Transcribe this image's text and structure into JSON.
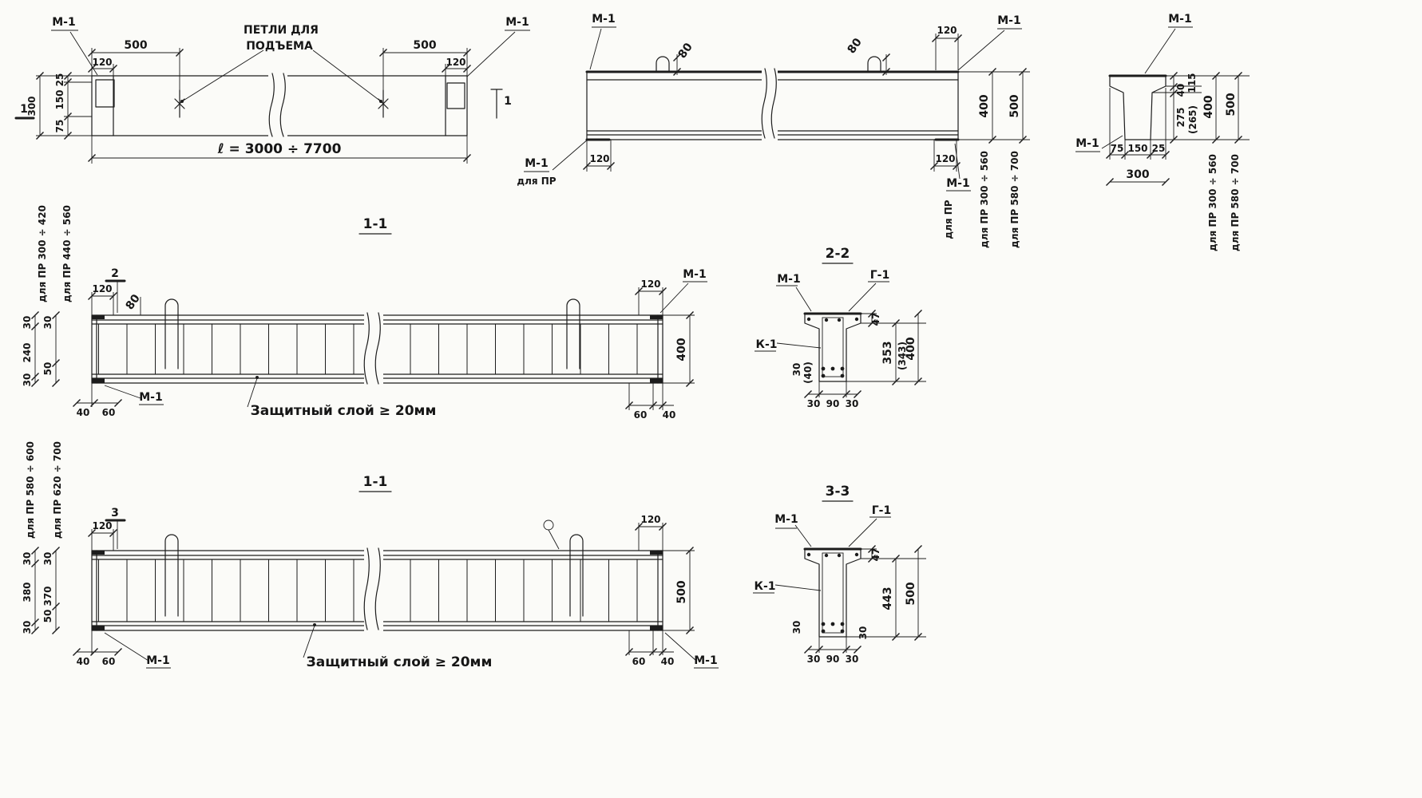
{
  "colors": {
    "ink": "#1c1c1c",
    "paper": "#fbfbf8"
  },
  "plan": {
    "m1_left": "М-1",
    "m1_right": "М-1",
    "loops_line1": "ПЕТЛИ ДЛЯ",
    "loops_line2": "ПОДЪЕМА",
    "dim_500_l": "500",
    "dim_500_r": "500",
    "dim_120_l": "120",
    "dim_120_r": "120",
    "dim_25": "25",
    "dim_150": "150",
    "dim_75": "75",
    "dim_300": "300",
    "length": "ℓ = 3000 ÷ 7700",
    "marker_l": "1",
    "marker_r": "1"
  },
  "elev": {
    "m1_tl": "М-1",
    "m1_tr": "М-1",
    "m1_bl": "М-1",
    "for_pr_bl": "для ПР",
    "m1_br": "М-1",
    "for_pr_br": "для ПР",
    "dim_80_l": "80",
    "dim_80_r": "80",
    "dim_120_t": "120",
    "dim_120_bl": "120",
    "dim_120_br": "120",
    "dim_400": "400",
    "dim_500": "500",
    "range_400": "для ПР 300 ÷ 560",
    "range_500": "для ПР 580 ÷ 700"
  },
  "endsec": {
    "m1_top": "М-1",
    "m1_side": "М-1",
    "dim_115": "115",
    "dim_40": "40",
    "dim_275": "275",
    "dim_265": "(265)",
    "dim_400": "400",
    "dim_500": "500",
    "dim_75": "75",
    "dim_150": "150",
    "dim_25": "25",
    "dim_300": "300",
    "range_400": "для ПР 300 ÷ 560",
    "range_500": "для ПР 580 ÷ 700"
  },
  "sec11a": {
    "title": "1-1",
    "cut": "2",
    "range_a": "для ПР 300 ÷ 420",
    "range_b": "для ПР 440 ÷ 560",
    "dim_120_l": "120",
    "dim_80": "80",
    "dim_120_r": "120",
    "m1_tr": "М-1",
    "m1_bl": "М-1",
    "dim_400": "400",
    "left": [
      "30",
      "30",
      "240",
      "50",
      "30"
    ],
    "bl": [
      "40",
      "60"
    ],
    "br": [
      "60",
      "40"
    ],
    "cover": "Защитный слой ≥ 20мм"
  },
  "sec22": {
    "title": "2-2",
    "m1": "М-1",
    "g1": "Г-1",
    "k1": "К-1",
    "dim_47": "47",
    "dim_353": "353",
    "dim_343": "(343)",
    "dim_400": "400",
    "dim_30l": "30",
    "dim_40p": "(40)",
    "bottom": [
      "30",
      "90",
      "30"
    ]
  },
  "sec11b": {
    "title": "1-1",
    "cut": "3",
    "range_a": "для ПР 580 ÷ 600",
    "range_b": "для ПР 620 ÷ 700",
    "dim_120_l": "120",
    "dim_120_r": "120",
    "m1_bl": "М-1",
    "m1_br": "М-1",
    "dim_500": "500",
    "left": [
      "30",
      "30",
      "380",
      "370",
      "50",
      "30"
    ],
    "bl": [
      "40",
      "60"
    ],
    "br": [
      "60",
      "40"
    ],
    "cover": "Защитный слой ≥ 20мм"
  },
  "sec33": {
    "title": "3-3",
    "m1": "М-1",
    "g1": "Г-1",
    "k1": "К-1",
    "dim_47": "47",
    "dim_443": "443",
    "dim_500": "500",
    "dim_30l": "30",
    "dim_30r": "30",
    "bottom": [
      "30",
      "90",
      "30"
    ]
  }
}
